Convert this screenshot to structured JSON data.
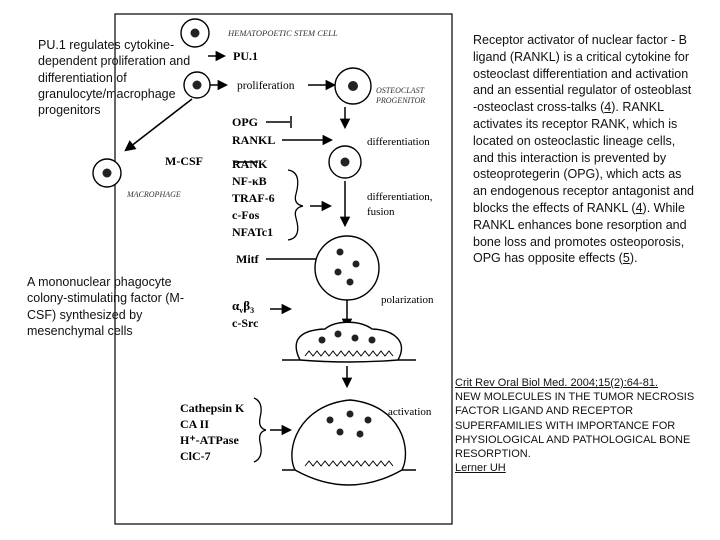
{
  "figure": {
    "stem_cell": "HEMATOPOETIC STEM CELL",
    "osteoclast_progenitor": [
      "OSTEOCLAST",
      "PROGENITOR"
    ],
    "macrophage": "MACROPHAGE",
    "pu1": "PU.1",
    "proliferation": "proliferation",
    "opg": "OPG",
    "rankl": "RANKL",
    "mcsf": "M-CSF",
    "differentiation": "differentiation",
    "differentiation_fusion": [
      "differentiation,",
      "fusion"
    ],
    "signals": [
      "RANK",
      "NF-κB",
      "TRAF-6",
      "c-Fos",
      "NFATc1"
    ],
    "mitf": "Mitf",
    "integrin_alpha": "α",
    "integrin_v": "v",
    "integrin_beta": "β",
    "integrin_3": "3",
    "csrc": "c-Src",
    "polarization": "polarization",
    "enzymes": [
      "Cathepsin K",
      "CA II",
      "H⁺-ATPase",
      "ClC-7"
    ],
    "activation": "activation"
  },
  "notes": {
    "top_left": "PU.1 regulates cytokine-dependent proliferation and differentiation of granulocyte/macrophage progenitors",
    "bottom_left": "A mononuclear phagocyte colony-stimulating factor (M-CSF) synthesized by mesenchymal cells",
    "right_part1": "Receptor activator of nuclear factor - B ligand (RANKL) is a critical cytokine for osteoclast differentiation and activation and an essential regulator of osteoblast -osteoclast cross-talks (",
    "right_ref1": "4",
    "right_part2": "). RANKL activates its receptor RANK, which is located on osteoclastic lineage cells, and this interaction is prevented by osteoprotegerin (OPG), which acts as an endogenous receptor antagonist and blocks the effects of RANKL (",
    "right_ref2": "4",
    "right_part3": "). While RANKL enhances bone resorption and bone loss and promotes osteoporosis, OPG has opposite effects (",
    "right_ref3": "5",
    "right_part4": ")."
  },
  "reference": {
    "journal": "Crit Rev Oral Biol Med.",
    "citation": " 2004;15(2):64-81. ",
    "title": "NEW MOLECULES IN THE TUMOR NECROSIS FACTOR LIGAND AND RECEPTOR SUPERFAMILIES WITH IMPORTANCE FOR PHYSIOLOGICAL AND PATHOLOGICAL BONE RESORPTION.",
    "author": "Lerner UH"
  }
}
